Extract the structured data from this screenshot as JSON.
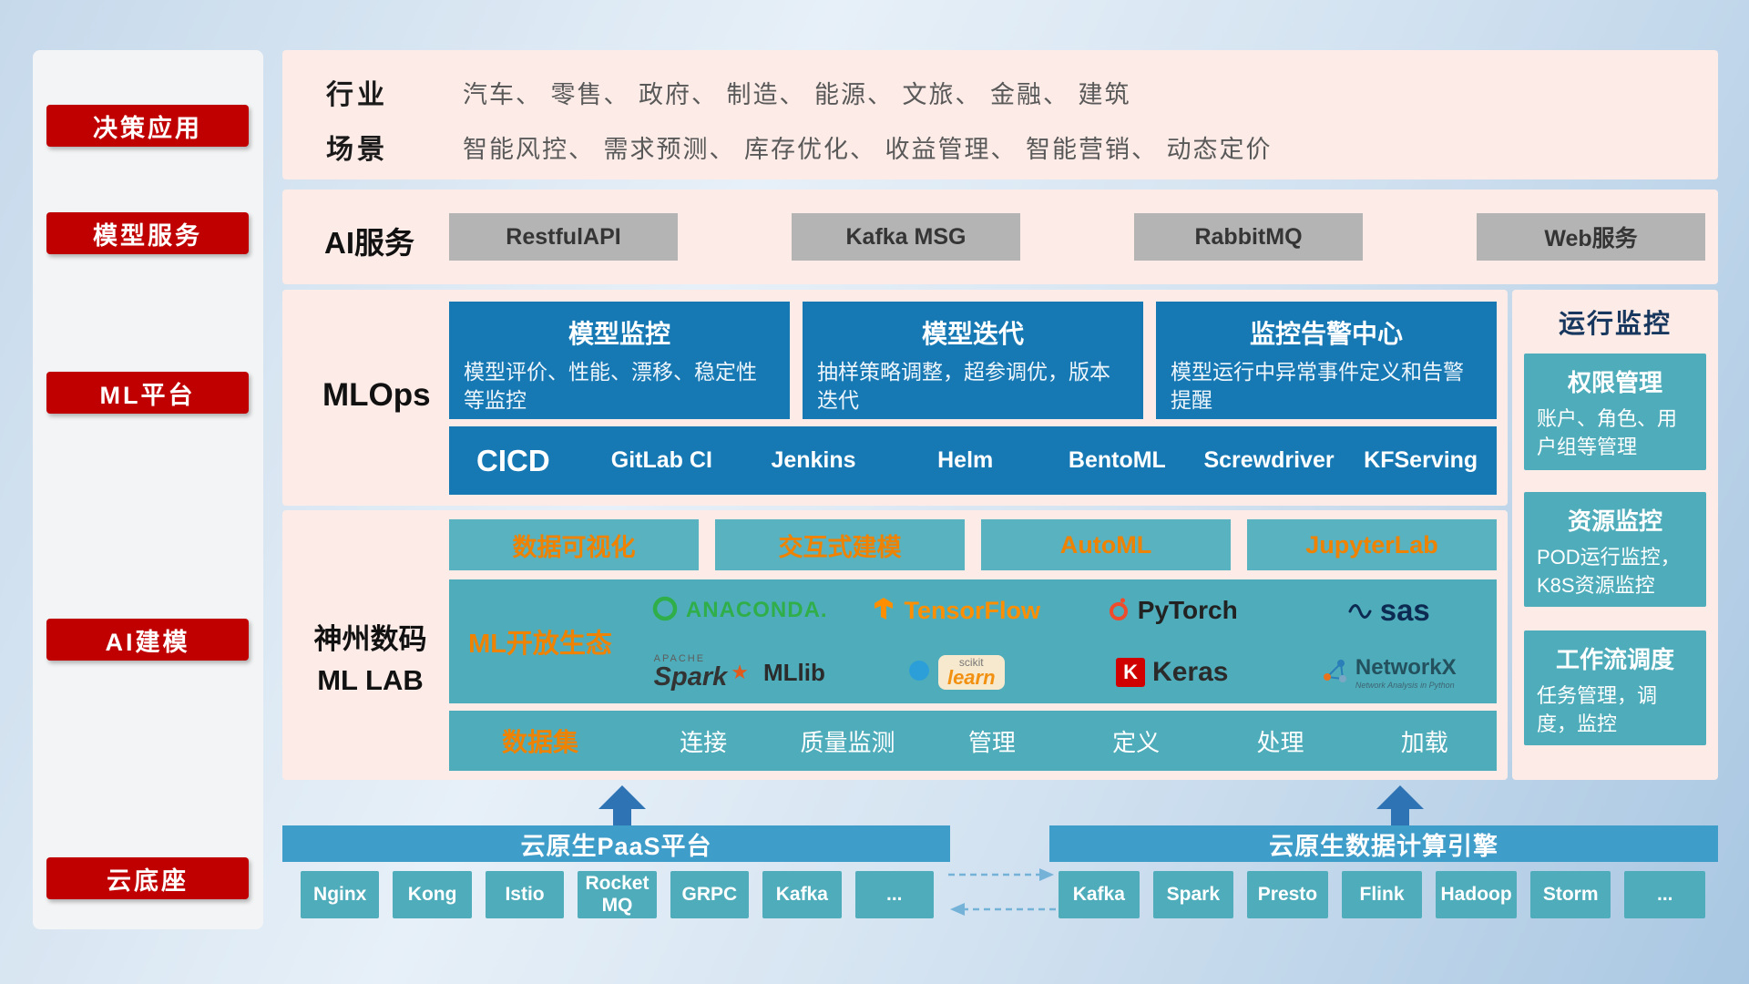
{
  "sidebar": {
    "items": [
      {
        "label": "决策应用"
      },
      {
        "label": "模型服务"
      },
      {
        "label": "ML平台"
      },
      {
        "label": "AI建模"
      },
      {
        "label": "云底座"
      }
    ]
  },
  "overview": {
    "industry_label": "行业",
    "industry_text": "汽车、 零售、 政府、 制造、 能源、 文旅、 金融、 建筑",
    "scene_label": "场景",
    "scene_text": "智能风控、 需求预测、 库存优化、 收益管理、 智能营销、 动态定价"
  },
  "ai_service": {
    "label": "AI服务",
    "buttons": [
      {
        "label": "RestfulAPI"
      },
      {
        "label": "Kafka MSG"
      },
      {
        "label": "RabbitMQ"
      },
      {
        "label": "Web服务"
      }
    ]
  },
  "mlops": {
    "label": "MLOps",
    "cards": [
      {
        "title": "模型监控",
        "desc": "模型评价、性能、漂移、稳定性等监控"
      },
      {
        "title": "模型迭代",
        "desc": "抽样策略调整，超参调优，版本迭代"
      },
      {
        "title": "监控告警中心",
        "desc": "模型运行中异常事件定义和告警提醒"
      }
    ],
    "cicd_label": "CICD",
    "cicd_items": [
      {
        "label": "GitLab CI"
      },
      {
        "label": "Jenkins"
      },
      {
        "label": "Helm"
      },
      {
        "label": "BentoML"
      },
      {
        "label": "Screwdriver"
      },
      {
        "label": "KFServing"
      }
    ]
  },
  "mllab": {
    "label_line1": "神州数码",
    "label_line2": "ML LAB",
    "tools": [
      {
        "label": "数据可视化"
      },
      {
        "label": "交互式建模"
      },
      {
        "label": "AutoML"
      },
      {
        "label": "JupyterLab"
      }
    ],
    "ecosystem_label": "ML开放生态",
    "logos": {
      "anaconda": "ANACONDA.",
      "tensorflow": "TensorFlow",
      "pytorch": "PyTorch",
      "sas": "sas",
      "spark_apache": "APACHE",
      "spark_brand": "Spark",
      "spark_lib": "MLlib",
      "scikit_top": "scikit",
      "scikit_bottom": "learn",
      "keras_k": "K",
      "keras": "Keras",
      "networkx": "NetworkX",
      "networkx_sub": "Network Analysis in Python"
    },
    "dataset_label": "数据集",
    "dataset_items": [
      {
        "label": "连接"
      },
      {
        "label": "质量监测"
      },
      {
        "label": "管理"
      },
      {
        "label": "定义"
      },
      {
        "label": "处理"
      },
      {
        "label": "加载"
      }
    ]
  },
  "monitor": {
    "title": "运行监控",
    "cards": [
      {
        "title": "权限管理",
        "desc": "账户、角色、用户组等管理"
      },
      {
        "title": "资源监控",
        "desc": "POD运行监控，K8S资源监控"
      },
      {
        "title": "工作流调度",
        "desc": "任务管理，调度，监控"
      }
    ]
  },
  "foundation": {
    "paas_title": "云原生PaaS平台",
    "paas_items": [
      {
        "label": "Nginx"
      },
      {
        "label": "Kong"
      },
      {
        "label": "Istio"
      },
      {
        "label": "RocketMQ"
      },
      {
        "label": "GRPC"
      },
      {
        "label": "Kafka"
      },
      {
        "label": "..."
      }
    ],
    "compute_title": "云原生数据计算引擎",
    "compute_items": [
      {
        "label": "Kafka"
      },
      {
        "label": "Spark"
      },
      {
        "label": "Presto"
      },
      {
        "label": "Flink"
      },
      {
        "label": "Hadoop"
      },
      {
        "label": "Storm"
      },
      {
        "label": "..."
      }
    ]
  },
  "colors": {
    "accent_red": "#c00000",
    "panel_pink": "#fcebe6",
    "card_blue": "#1779b4",
    "teal": "#4fadbb",
    "bar_blue": "#3f9dc9",
    "accent_orange": "#ef8200",
    "arrow_blue": "#2e74b5"
  }
}
